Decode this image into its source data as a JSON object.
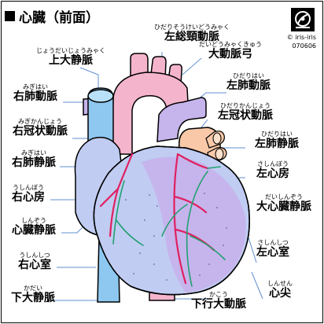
{
  "title": "心臓（前面）",
  "credit": [
    "© iris-iris",
    "070606"
  ],
  "labels": [
    {
      "id": "svc",
      "ruby": "じょうだいじょうみゃく",
      "text": "上大静脈"
    },
    {
      "id": "rpa",
      "ruby": "みぎはい",
      "text": "右肺動脈"
    },
    {
      "id": "rca",
      "ruby": "みぎかんじょう",
      "text": "右冠状動脈"
    },
    {
      "id": "rpv",
      "ruby": "みぎはい",
      "text": "右肺静脈"
    },
    {
      "id": "ra",
      "ruby": "うしんぼう",
      "text": "右心房"
    },
    {
      "id": "cv",
      "ruby": "しんぞう",
      "text": "心臓静脈"
    },
    {
      "id": "rv",
      "ruby": "うしんしつ",
      "text": "右心室"
    },
    {
      "id": "ivc",
      "ruby": "かだい",
      "text": "下大静脈"
    },
    {
      "id": "lcca",
      "ruby": "ひだりそうけいどうみゃく",
      "text": "左総頸動脈"
    },
    {
      "id": "aa",
      "ruby": "だいどうみゃくきゅう",
      "text": "大動脈弓"
    },
    {
      "id": "lpa",
      "ruby": "ひだりはい",
      "text": "左肺動脈"
    },
    {
      "id": "lca",
      "ruby": "ひだりかんじょう",
      "text": "左冠状動脈"
    },
    {
      "id": "lpv",
      "ruby": "ひだりはい",
      "text": "左肺静脈"
    },
    {
      "id": "la",
      "ruby": "さしんぼう",
      "text": "左心房"
    },
    {
      "id": "gcv",
      "ruby": "だいしんぞう",
      "text": "大心臓静脈"
    },
    {
      "id": "lv",
      "ruby": "さしんしつ",
      "text": "左心室"
    },
    {
      "id": "apex",
      "ruby": "しんせん",
      "text": "心尖"
    },
    {
      "id": "da",
      "ruby": "かこう",
      "text": "下行大動脈"
    }
  ],
  "colors": {
    "vein": "#8ec8f0",
    "artery": "#f4b4cc",
    "heart_blue": "#c0ccf2",
    "heart_purple": "#c6b4ec",
    "atrium": "#f8c8a8",
    "coronary_artery": "#e02060",
    "coronary_vein": "#20a070",
    "leader": "#6090d0"
  },
  "icons": [
    "logo-icon",
    "square-bullet-icon"
  ]
}
